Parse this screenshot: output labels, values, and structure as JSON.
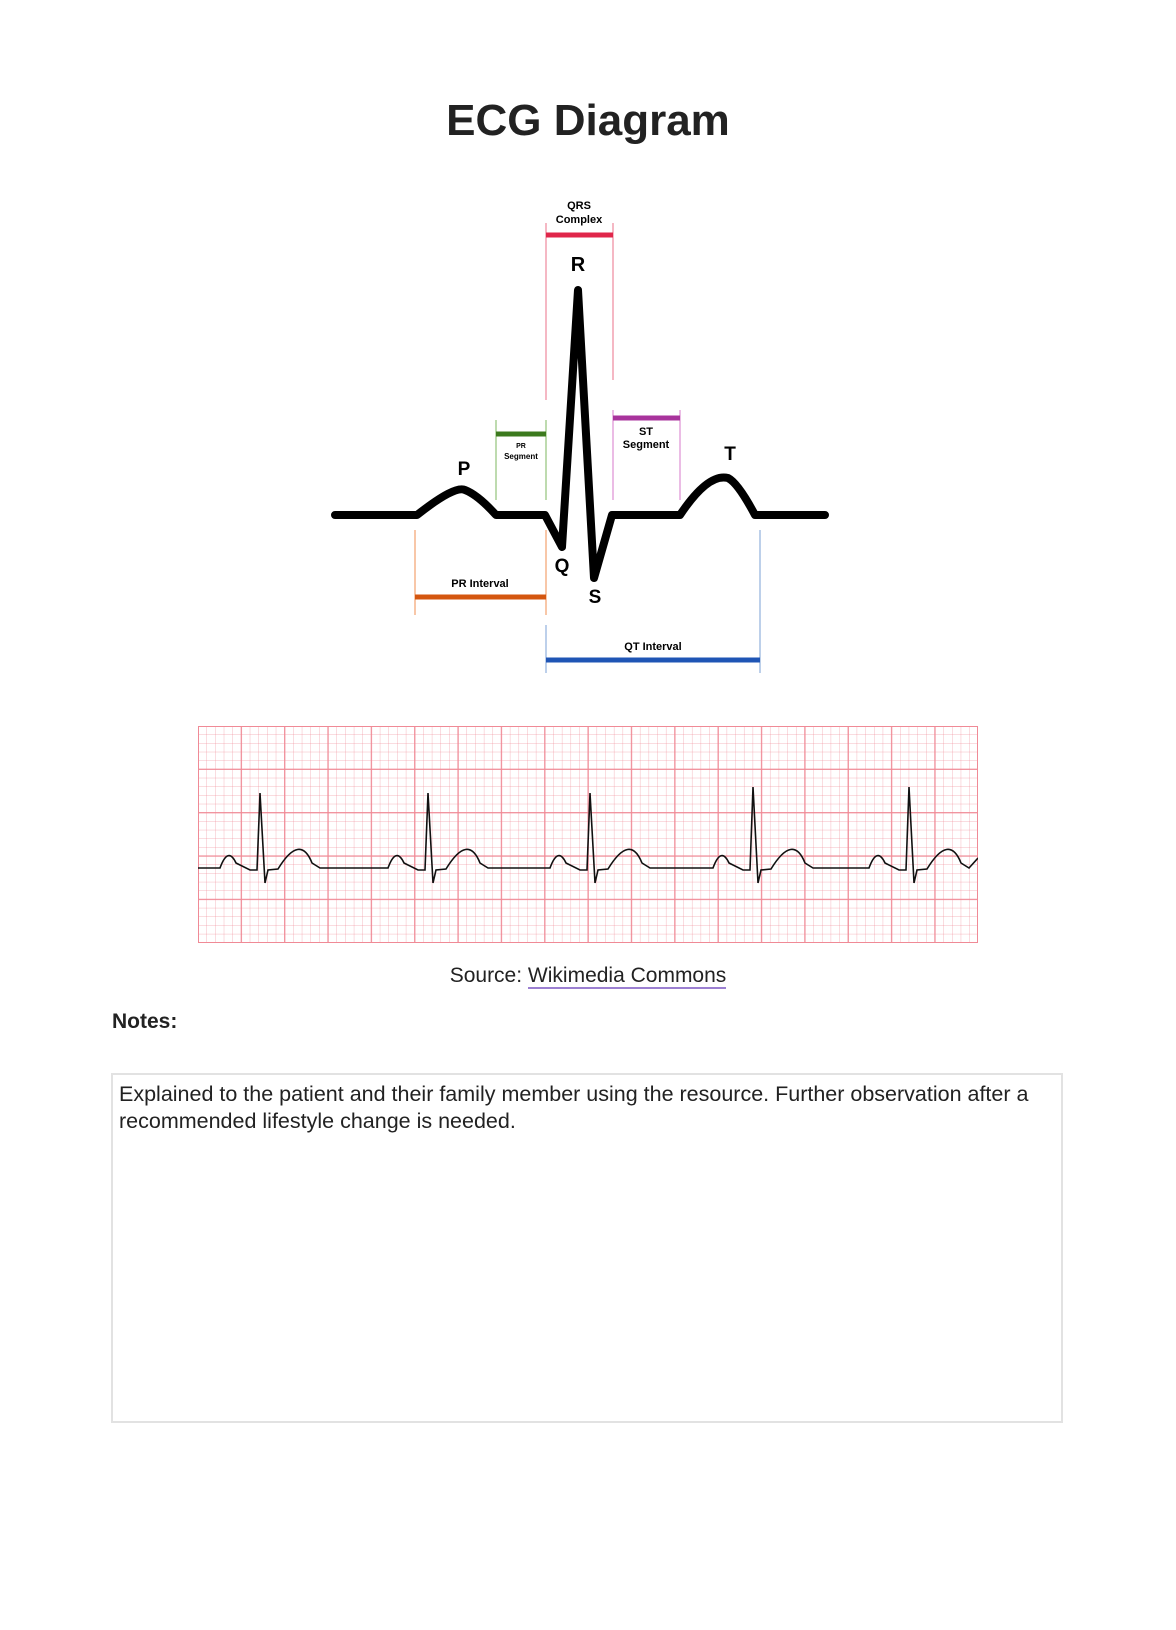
{
  "title": "ECG Diagram",
  "diagram": {
    "labels": {
      "qrs_line1": "QRS",
      "qrs_line2": "Complex",
      "r": "R",
      "p": "P",
      "q": "Q",
      "s": "S",
      "t": "T",
      "pr_segment_line1": "PR",
      "pr_segment_line2": "Segment",
      "st_segment_line1": "ST",
      "st_segment_line2": "Segment",
      "pr_interval": "PR Interval",
      "qt_interval": "QT Interval"
    },
    "colors": {
      "qrs": "#e0264a",
      "pr_segment": "#3c7a1e",
      "st_segment": "#a8339c",
      "pr_interval": "#d4560f",
      "qt_interval": "#1f55b5"
    }
  },
  "strip": {
    "grid_color": "#f08a96",
    "beats": 5
  },
  "source": {
    "prefix": "Source: ",
    "link": "Wikimedia Commons"
  },
  "notes": {
    "label": "Notes:",
    "text": "Explained to the patient and their family member using the resource. Further observation after a recommended lifestyle change is needed."
  }
}
